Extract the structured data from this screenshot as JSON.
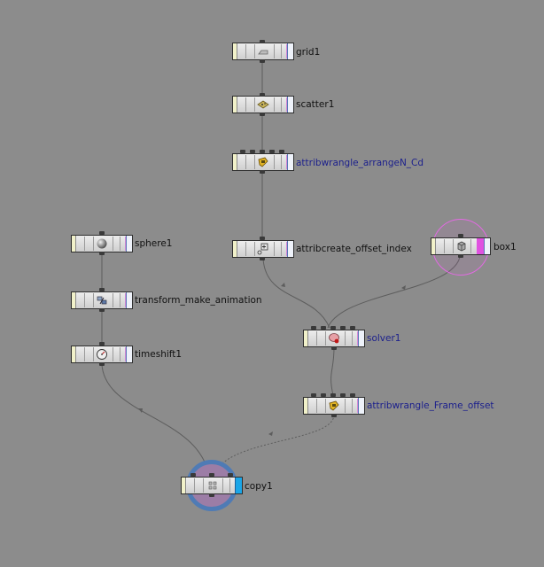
{
  "nodes": {
    "grid1": {
      "name": "grid1",
      "icon": "grid-icon"
    },
    "scatter1": {
      "name": "scatter1",
      "icon": "scatter-icon"
    },
    "arrange": {
      "name": "attribwrangle_arrangeN_Cd",
      "icon": "wrangle-icon"
    },
    "offset_index": {
      "name": "attribcreate_offset_index",
      "icon": "attribcreate-icon"
    },
    "box1": {
      "name": "box1",
      "icon": "box-icon"
    },
    "sphere1": {
      "name": "sphere1",
      "icon": "sphere-icon"
    },
    "transform": {
      "name": "transform_make_animation",
      "icon": "transform-icon"
    },
    "timeshift1": {
      "name": "timeshift1",
      "icon": "timeshift-icon"
    },
    "solver1": {
      "name": "solver1",
      "icon": "solver-icon"
    },
    "frame_offset": {
      "name": "attribwrangle_Frame_offset",
      "icon": "wrangle-icon"
    },
    "copy1": {
      "name": "copy1",
      "icon": "copy-icon"
    }
  },
  "colors": {
    "background": "#8c8c8c",
    "wire": "#5d5d5d",
    "label_default": "#111111",
    "label_highlight": "#1b1f8c",
    "display_flag": "#1aa6e8",
    "template_flag": "#e052e0",
    "template_ring": "#e26ae2",
    "render_ring": "#4f7bb5",
    "selected_fill": "#9c7da6"
  }
}
